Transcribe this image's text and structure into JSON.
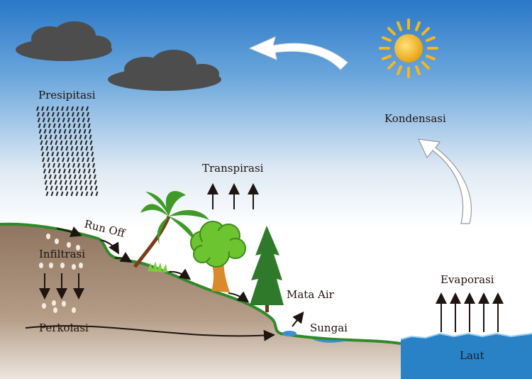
{
  "labels": {
    "presipitasi": "Presipitasi",
    "run_off": "Run Off",
    "infiltrasi": "Infiltrasi",
    "perkolasi": "Perkolasi",
    "transpirasi": "Transpirasi",
    "mata_air": "Mata Air",
    "sungai": "Sungai",
    "evaporasi": "Evaporasi",
    "laut": "Laut",
    "kondensasi": "Kondensasi"
  },
  "colors": {
    "sky_top": "#2a78c8",
    "soil": "#a68a72",
    "grass_line": "#2f8a2a",
    "sea": "#2a82c6",
    "sun": "#f2b81c",
    "cloud": "#4a4a4a"
  }
}
